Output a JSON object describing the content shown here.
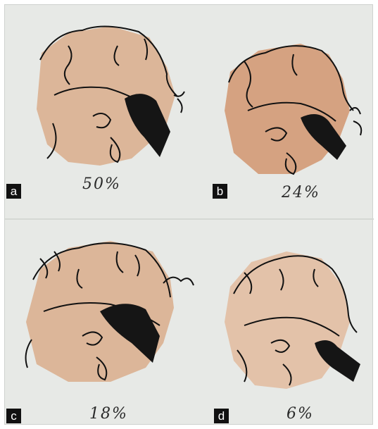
{
  "panels": [
    {
      "letter": "a",
      "percent": "50%"
    },
    {
      "letter": "b",
      "percent": "24%"
    },
    {
      "letter": "c",
      "percent": "18%"
    },
    {
      "letter": "d",
      "percent": "6%"
    }
  ],
  "colors": {
    "background": "#e7e9e6",
    "skin": "#d9ad8b",
    "ink": "#111111",
    "label_bg": "#111111",
    "label_text": "#ffffff"
  }
}
